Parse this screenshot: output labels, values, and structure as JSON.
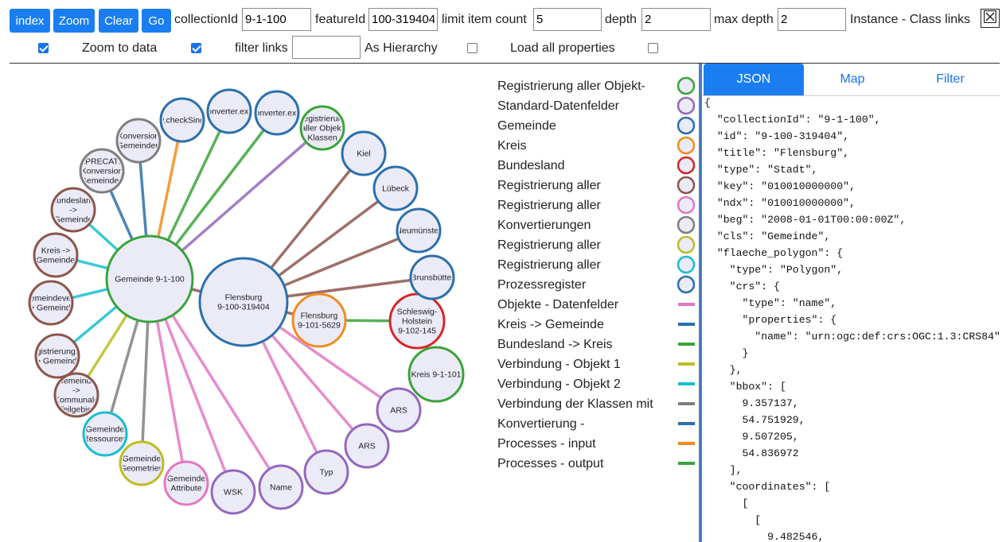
{
  "toolbar": {
    "buttons": [
      "index",
      "Zoom",
      "Clear",
      "Go"
    ],
    "collection_label": "collectionId",
    "collection_value": "9-1-100",
    "feature_label": "featureId",
    "feature_value": "100-319404",
    "limit_label": "limit item count",
    "limit_value": "5",
    "depth_label": "depth",
    "depth_value": "2",
    "maxdepth_label": "max depth",
    "maxdepth_value": "2",
    "instance_label": "Instance - Class links",
    "close_symbol": "☒",
    "zoom_to_data_label": "Zoom to data",
    "zoom_to_data_checked": true,
    "instance_class_checked": true,
    "filter_label": "filter links",
    "filter_value": "",
    "hierarchy_label": "As Hierarchy",
    "hierarchy_checked": false,
    "load_all_label": "Load all properties",
    "load_all_checked": false
  },
  "graph": {
    "colors": {
      "blue": "#2b6fad",
      "green": "#3aa33a",
      "orange": "#f28b1e",
      "red": "#d62728",
      "brown": "#8c564b",
      "pink": "#e377c2",
      "gray": "#7f7f7f",
      "olive": "#bcbd22",
      "cyan": "#17becf",
      "purple": "#9467bd",
      "node_fill": "#ebebf8"
    },
    "nodes": [
      {
        "lines": [
          "Gemeinde 9-1-100"
        ],
        "color": "green"
      },
      {
        "lines": [
          "Flensburg",
          "9-100-319404"
        ],
        "color": "blue"
      },
      {
        "lines": [
          "Flensburg",
          "9-101-5629"
        ],
        "color": "orange"
      },
      {
        "lines": [
          "Schleswig-",
          "Holstein",
          "9-102-145"
        ],
        "color": "red"
      },
      {
        "lines": [
          "Kreis 9-1-101"
        ],
        "color": "green"
      },
      {
        "lines": [
          "ARS"
        ],
        "color": "purple"
      },
      {
        "lines": [
          "ARS"
        ],
        "color": "purple"
      },
      {
        "lines": [
          "Typ"
        ],
        "color": "purple"
      },
      {
        "lines": [
          "Name"
        ],
        "color": "purple"
      },
      {
        "lines": [
          "WSK"
        ],
        "color": "purple"
      },
      {
        "lines": [
          "Gemeinde",
          "Attribute"
        ],
        "color": "pink"
      },
      {
        "lines": [
          "Gemeinde",
          "Geometrien"
        ],
        "color": "olive"
      },
      {
        "lines": [
          "Gemeinde",
          "Ressourcen"
        ],
        "color": "cyan"
      },
      {
        "lines": [
          "Gemeinde",
          "->",
          "Kommunale",
          "Teilgebiet"
        ],
        "color": "brown"
      },
      {
        "lines": [
          "Registrierungsbe",
          "-> Gemeinde"
        ],
        "color": "brown"
      },
      {
        "lines": [
          "Gemeindeverb",
          "-> Gemeinde"
        ],
        "color": "brown"
      },
      {
        "lines": [
          "Kreis ->",
          "Gemeinde"
        ],
        "color": "brown"
      },
      {
        "lines": [
          "Bundesland",
          "->",
          "Gemeinde"
        ],
        "color": "brown"
      },
      {
        "lines": [
          "DEPRECATED",
          "Konversion",
          "Gemeinden"
        ],
        "color": "gray"
      },
      {
        "lines": [
          "Konversion",
          "Gemeinden"
        ],
        "color": "gray"
      },
      {
        "lines": [
          "v.checkSing"
        ],
        "color": "blue"
      },
      {
        "lines": [
          "Converter.exec"
        ],
        "color": "blue"
      },
      {
        "lines": [
          "Converter.exec"
        ],
        "color": "blue"
      },
      {
        "lines": [
          "Registrierung",
          "aller Objekt",
          "Klassen"
        ],
        "color": "green"
      },
      {
        "lines": [
          "Kiel"
        ],
        "color": "blue"
      },
      {
        "lines": [
          "Lübeck"
        ],
        "color": "blue"
      },
      {
        "lines": [
          "Neumünster"
        ],
        "color": "blue"
      },
      {
        "lines": [
          "Brunsbüttel"
        ],
        "color": "blue"
      }
    ],
    "links": [
      {
        "source": 0,
        "target": 1,
        "color": "brown"
      },
      {
        "source": 1,
        "target": 2,
        "color": "brown"
      },
      {
        "source": 2,
        "target": 3,
        "color": "green"
      },
      {
        "source": 3,
        "target": 4,
        "color": "red"
      },
      {
        "source": 1,
        "target": 5,
        "color": "pink"
      },
      {
        "source": 1,
        "target": 6,
        "color": "pink"
      },
      {
        "source": 1,
        "target": 7,
        "color": "pink"
      },
      {
        "source": 0,
        "target": 8,
        "color": "pink"
      },
      {
        "source": 0,
        "target": 9,
        "color": "pink"
      },
      {
        "source": 0,
        "target": 10,
        "color": "pink"
      },
      {
        "source": 0,
        "target": 11,
        "color": "gray"
      },
      {
        "source": 0,
        "target": 12,
        "color": "gray"
      },
      {
        "source": 0,
        "target": 13,
        "color": "olive"
      },
      {
        "source": 0,
        "target": 14,
        "color": "cyan"
      },
      {
        "source": 0,
        "target": 15,
        "color": "cyan"
      },
      {
        "source": 0,
        "target": 16,
        "color": "cyan"
      },
      {
        "source": 0,
        "target": 17,
        "color": "cyan"
      },
      {
        "source": 0,
        "target": 18,
        "color": "blue"
      },
      {
        "source": 0,
        "target": 19,
        "color": "blue"
      },
      {
        "source": 0,
        "target": 20,
        "color": "orange"
      },
      {
        "source": 0,
        "target": 21,
        "color": "green"
      },
      {
        "source": 0,
        "target": 22,
        "color": "green"
      },
      {
        "source": 0,
        "target": 23,
        "color": "purple"
      },
      {
        "source": 1,
        "target": 24,
        "color": "brown"
      },
      {
        "source": 1,
        "target": 25,
        "color": "brown"
      },
      {
        "source": 1,
        "target": 26,
        "color": "brown"
      },
      {
        "source": 1,
        "target": 27,
        "color": "brown"
      }
    ],
    "legend": [
      {
        "label": "Registrierung aller Objekt-",
        "color": "green",
        "kind": "circle"
      },
      {
        "label": "Standard-Datenfelder",
        "color": "purple",
        "kind": "circle"
      },
      {
        "label": "Gemeinde",
        "color": "blue",
        "kind": "circle"
      },
      {
        "label": "Kreis",
        "color": "orange",
        "kind": "circle"
      },
      {
        "label": "Bundesland",
        "color": "red",
        "kind": "circle"
      },
      {
        "label": "Registrierung aller",
        "color": "brown",
        "kind": "circle"
      },
      {
        "label": "Registrierung aller",
        "color": "pink",
        "kind": "circle"
      },
      {
        "label": "Konvertierungen",
        "color": "gray",
        "kind": "circle"
      },
      {
        "label": "Registrierung aller",
        "color": "olive",
        "kind": "circle"
      },
      {
        "label": "Registrierung aller",
        "color": "cyan",
        "kind": "circle"
      },
      {
        "label": "Prozessregister",
        "color": "blue",
        "kind": "circle"
      },
      {
        "label": "Objekte - Datenfelder",
        "color": "pink",
        "kind": "line"
      },
      {
        "label": "Kreis -> Gemeinde",
        "color": "blue",
        "kind": "line"
      },
      {
        "label": "Bundesland -> Kreis",
        "color": "green",
        "kind": "line"
      },
      {
        "label": "Verbindung - Objekt 1",
        "color": "olive",
        "kind": "line"
      },
      {
        "label": "Verbindung - Objekt 2",
        "color": "cyan",
        "kind": "line"
      },
      {
        "label": "Verbindung der Klassen mit",
        "color": "gray",
        "kind": "line"
      },
      {
        "label": "Konvertierung -",
        "color": "blue",
        "kind": "line"
      },
      {
        "label": "Processes - input",
        "color": "orange",
        "kind": "line"
      },
      {
        "label": "Processes - output",
        "color": "green",
        "kind": "line"
      }
    ]
  },
  "panel": {
    "tabs": [
      "JSON",
      "Map",
      "Filter"
    ],
    "active_tab": "JSON",
    "json_lines": [
      "{",
      "  \"collectionId\": \"9-1-100\",",
      "  \"id\": \"9-100-319404\",",
      "  \"title\": \"Flensburg\",",
      "  \"type\": \"Stadt\",",
      "  \"key\": \"010010000000\",",
      "  \"ndx\": \"010010000000\",",
      "  \"beg\": \"2008-01-01T00:00:00Z\",",
      "  \"cls\": \"Gemeinde\",",
      "  \"flaeche_polygon\": {",
      "    \"type\": \"Polygon\",",
      "    \"crs\": {",
      "      \"type\": \"name\",",
      "      \"properties\": {",
      "        \"name\": \"urn:ogc:def:crs:OGC:1.3:CRS84\"",
      "      }",
      "    },",
      "    \"bbox\": [",
      "      9.357137,",
      "      54.751929,",
      "      9.507205,",
      "      54.836972",
      "    ],",
      "    \"coordinates\": [",
      "      [",
      "        [",
      "          9.482546,"
    ]
  }
}
